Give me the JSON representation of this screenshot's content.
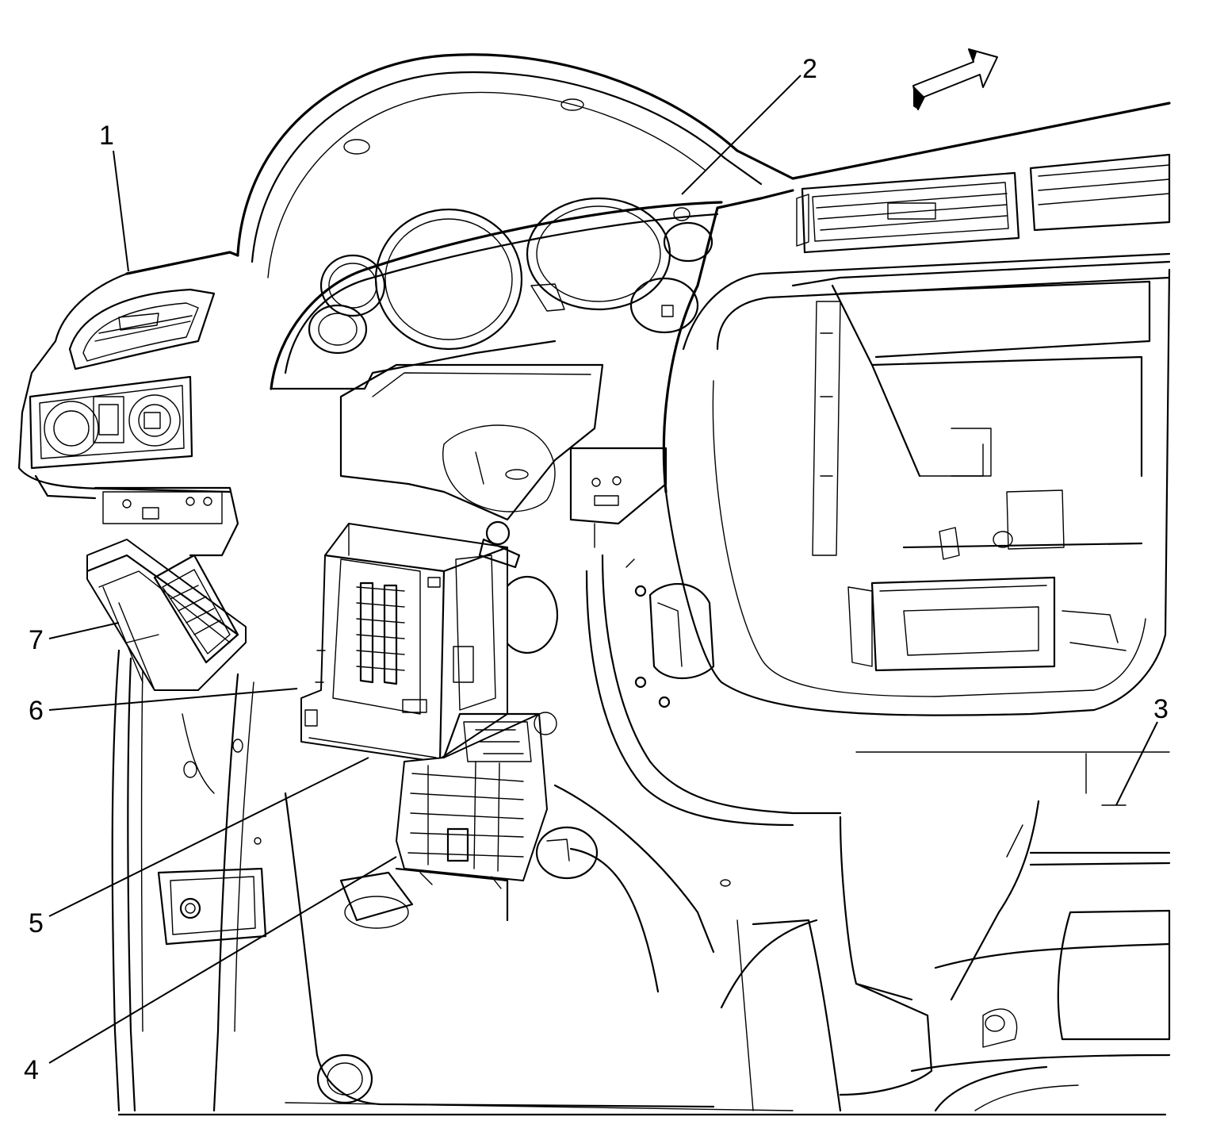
{
  "callouts": [
    {
      "id": "1",
      "label": "1"
    },
    {
      "id": "2",
      "label": "2"
    },
    {
      "id": "3",
      "label": "3"
    },
    {
      "id": "4",
      "label": "4"
    },
    {
      "id": "5",
      "label": "5"
    },
    {
      "id": "6",
      "label": "6"
    },
    {
      "id": "7",
      "label": "7"
    }
  ],
  "icons": {
    "direction_arrow": "forward-arrow-icon"
  }
}
